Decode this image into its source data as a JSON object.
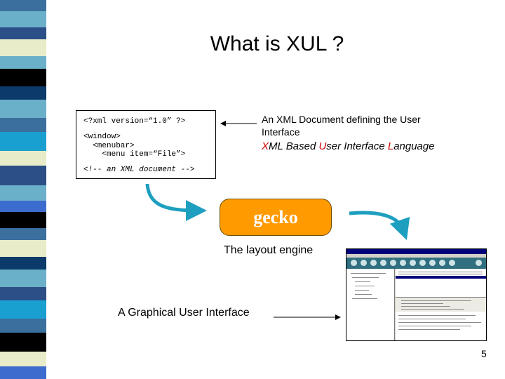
{
  "slide": {
    "title": "What is XUL ?",
    "page_number": "5"
  },
  "code_box": {
    "lines": [
      "<?xml version=“1.0” ?>",
      "<window>",
      "  <menubar>",
      "    <menu item=“File”>",
      "<!-- an XML document -->"
    ]
  },
  "description": {
    "line1": "An XML Document defining the User",
    "line2": "Interface",
    "xul_expansion": {
      "x": "X",
      "ml": "ML Based ",
      "u": "U",
      "ser": "ser Interface ",
      "l": "L",
      "anguage": "anguage"
    }
  },
  "gecko": {
    "label": "gecko",
    "caption": "The layout engine"
  },
  "gui": {
    "caption": "A Graphical User Interface"
  },
  "colors": {
    "stripe_palette": [
      "#3a6f9e",
      "#6bb0c9",
      "#2b4f86",
      "#e8ecc8",
      "#000000",
      "#0b3a6b",
      "#1aa0d0",
      "#3d6ccf"
    ],
    "gecko_fill": "#ff9a00",
    "arrow": "#1f9fbf",
    "highlight_letter": "#cc0000"
  }
}
